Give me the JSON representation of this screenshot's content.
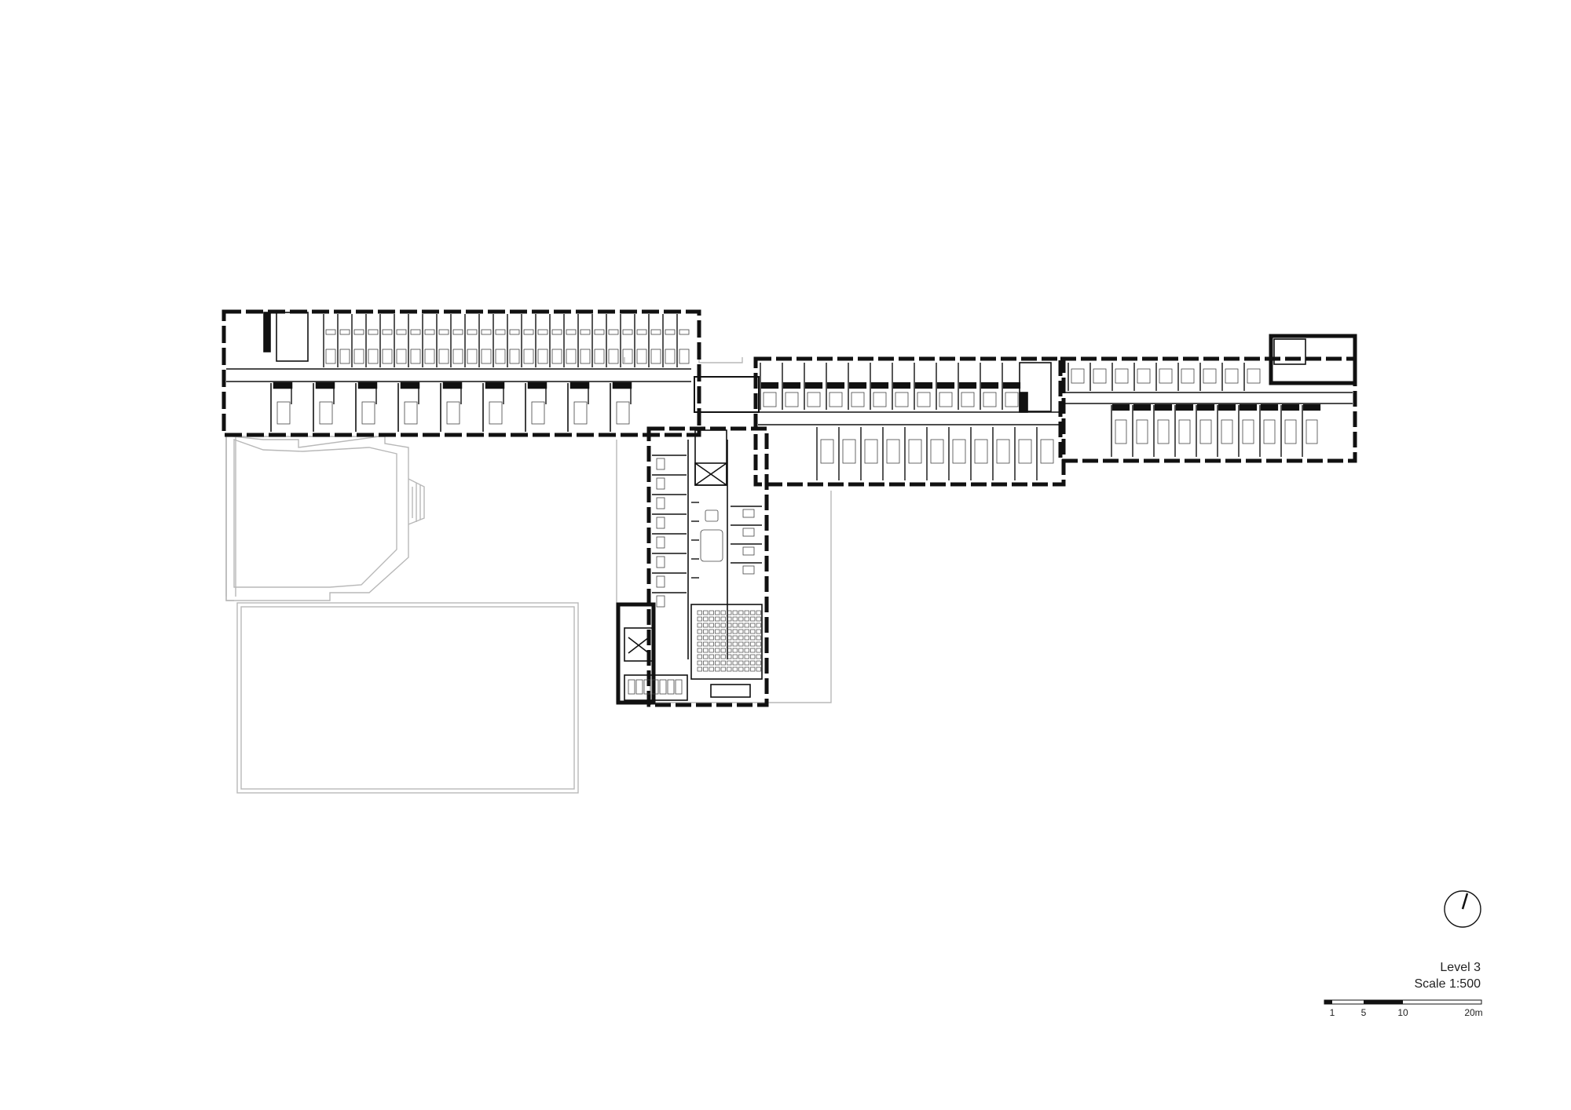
{
  "drawing": {
    "level_label": "Level 3",
    "scale_label": "Scale 1:500",
    "scale_bar_ticks": [
      "1",
      "5",
      "10",
      "20m"
    ]
  },
  "icons": {
    "north_arrow": "north-arrow-icon"
  },
  "colors": {
    "wall": "#111111",
    "context_outline": "#b8b8b8",
    "background": "#ffffff"
  }
}
